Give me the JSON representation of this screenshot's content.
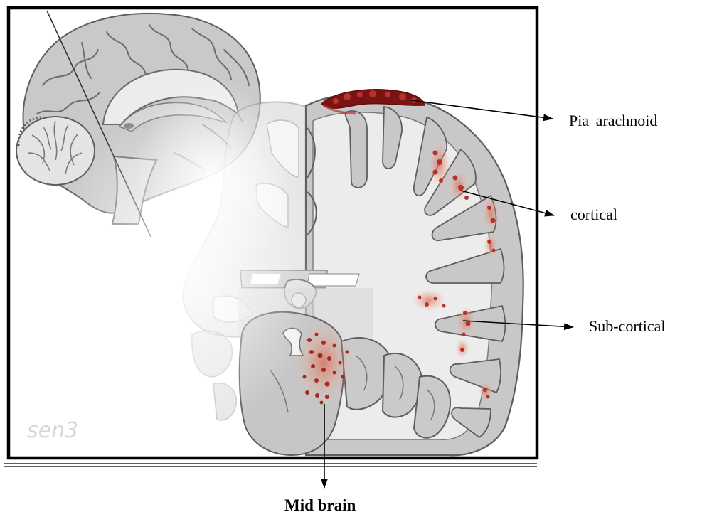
{
  "labels": {
    "pia_arachnoid": "Pia  arachnoid",
    "cortical": "cortical",
    "sub_cortical": "Sub-cortical",
    "mid_brain": "Mid brain"
  },
  "signature": "SEN3",
  "colors": {
    "frame": "#000000",
    "brain_fill": "#c9c9c9",
    "brain_outline": "#5e5e5e",
    "white_matter": "#ececec",
    "lesion_dark": "#7a1414",
    "lesion": "#b8322a",
    "lesion_halo": "#e89a7e"
  },
  "icons": {
    "arrow": "arrow-right-icon",
    "arrow_down": "arrow-down-icon"
  }
}
